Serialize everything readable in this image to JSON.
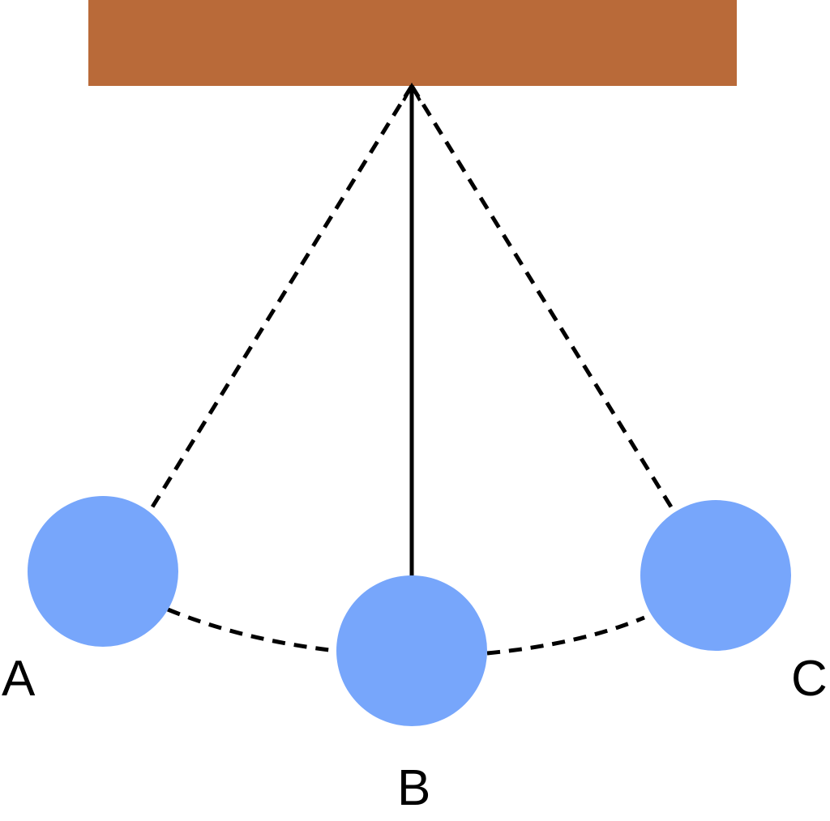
{
  "colors": {
    "support": "#B96A39",
    "bob": "#77A6FB",
    "string": "#000000",
    "background": "#FFFFFF"
  },
  "labels": {
    "left": "A",
    "bottom": "B",
    "right": "C"
  }
}
